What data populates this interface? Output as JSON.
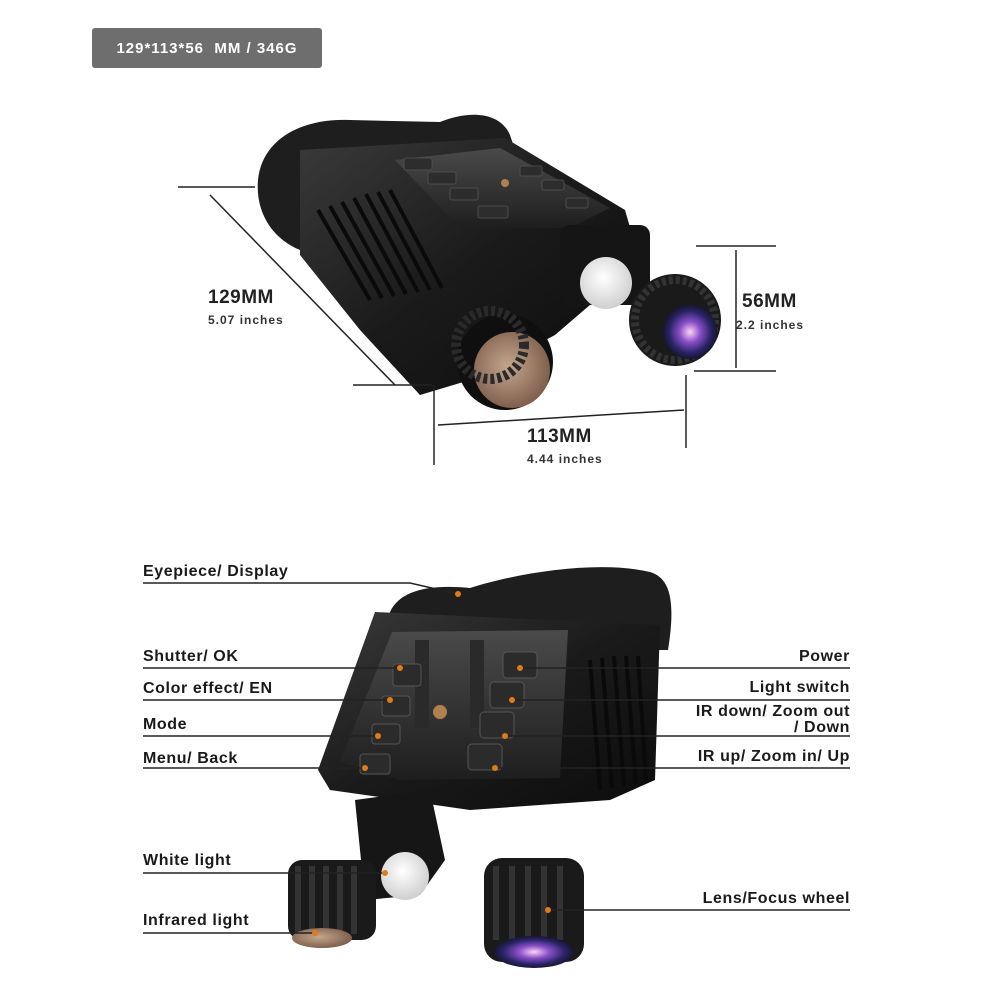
{
  "spec_badge": "129*113*56  MM / 346G",
  "dimensions": {
    "length": {
      "mm": "129MM",
      "inches": "5.07 inches"
    },
    "width": {
      "mm": "113MM",
      "inches": "4.44 inches"
    },
    "height": {
      "mm": "56MM",
      "inches": "2.2 inches"
    }
  },
  "callouts_left": {
    "eyepiece": "Eyepiece/ Display",
    "shutter": "Shutter/ OK",
    "color_effect": "Color effect/ EN",
    "mode": "Mode",
    "menu": "Menu/ Back",
    "white_light": "White light",
    "infrared_light": "Infrared light"
  },
  "callouts_right": {
    "power": "Power",
    "light_switch": "Light switch",
    "ir_down_line1": "IR down/ Zoom out",
    "ir_down_line2": "/ Down",
    "ir_up": "IR up/ Zoom in/ Up",
    "lens": "Lens/Focus wheel"
  },
  "colors": {
    "badge_bg": "#6e6e6e",
    "body_dark": "#1c1c1c",
    "callout_dot": "#e07b1a"
  }
}
